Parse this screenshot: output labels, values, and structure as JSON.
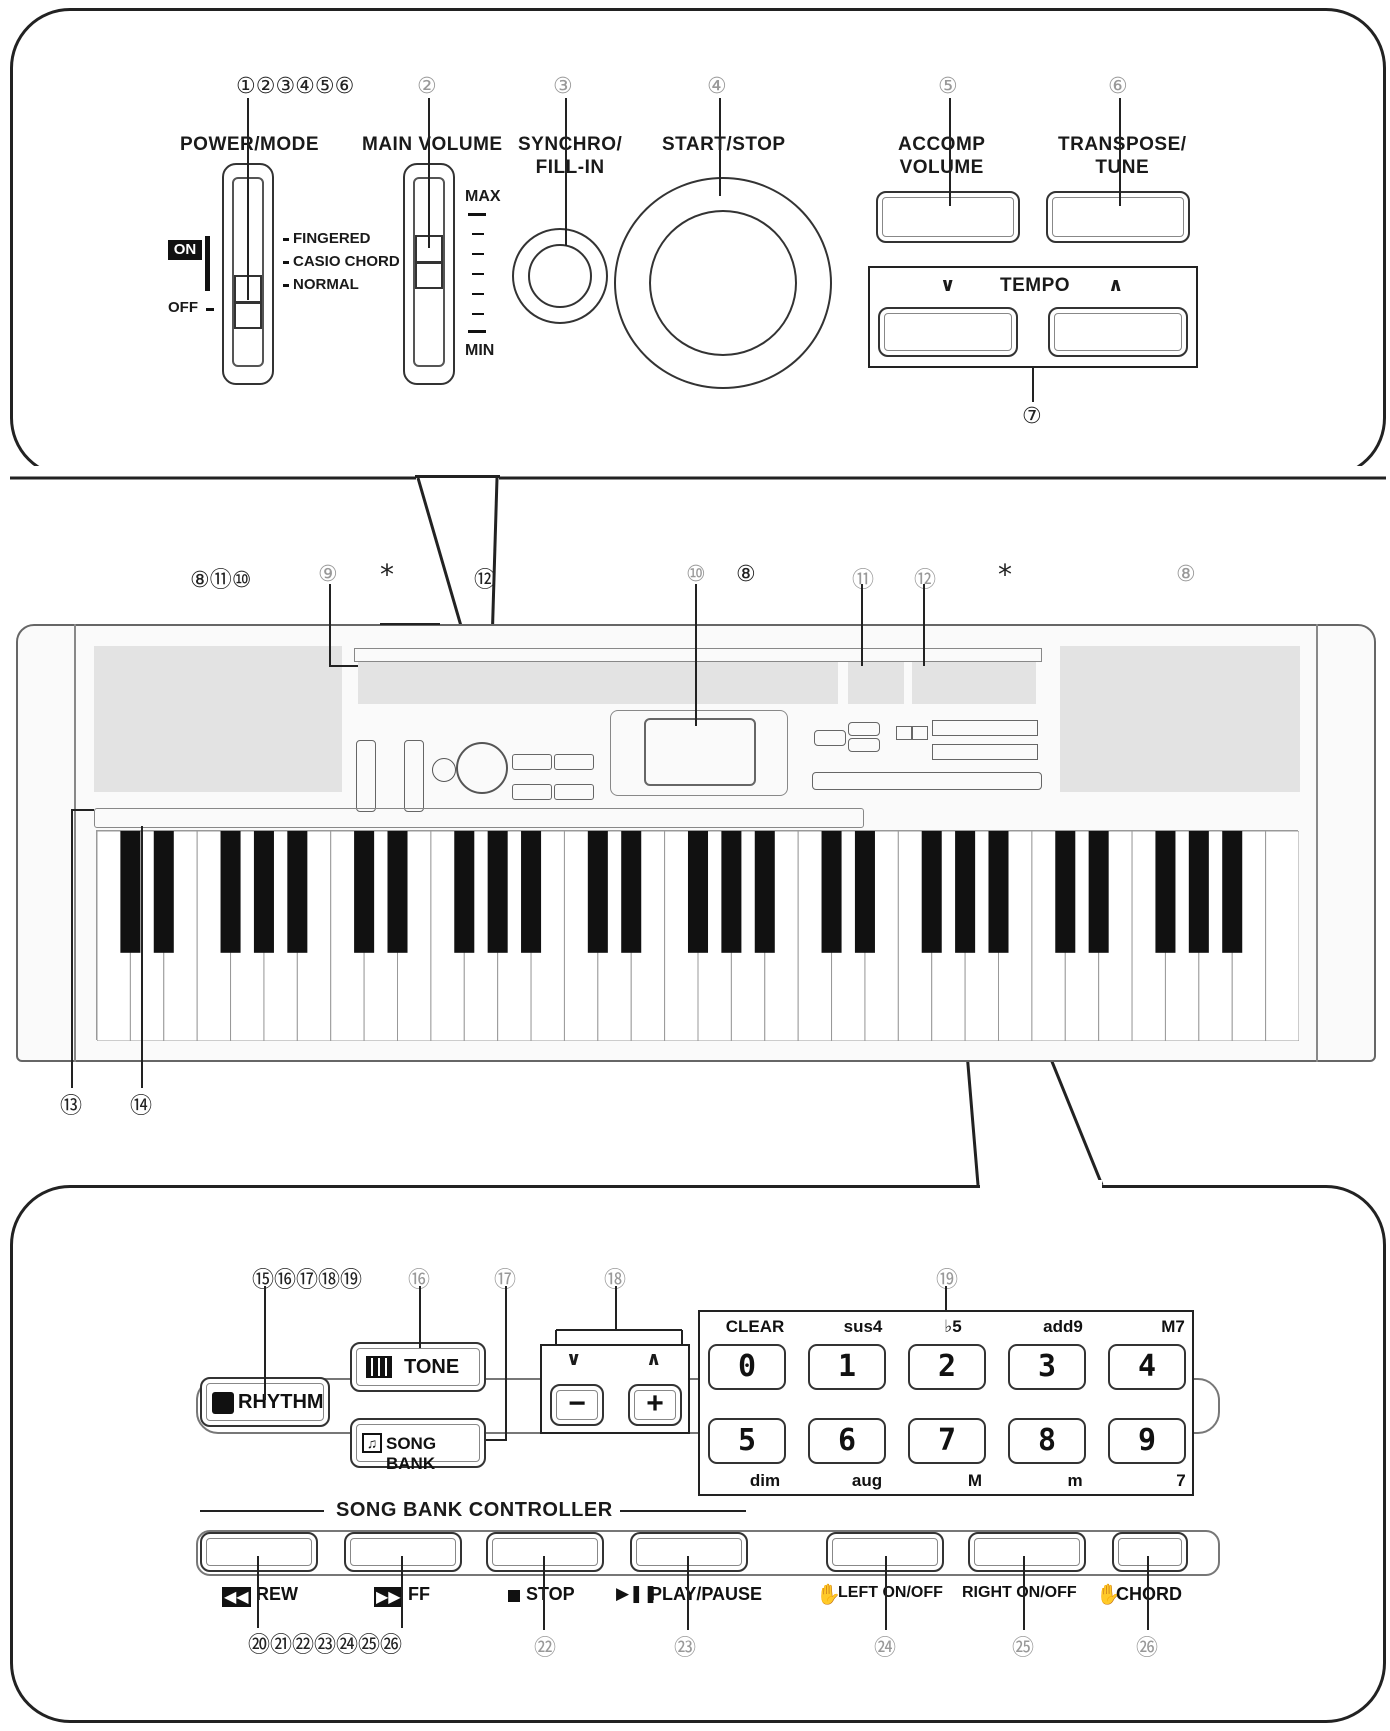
{
  "top_panel": {
    "power_mode": {
      "label": "POWER/MODE",
      "on": "ON",
      "off": "OFF",
      "modes": [
        "FINGERED",
        "CASIO CHORD",
        "NORMAL"
      ]
    },
    "main_volume": {
      "label": "MAIN VOLUME",
      "max": "MAX",
      "min": "MIN"
    },
    "synchro": {
      "label": "SYNCHRO/\nFILL-IN"
    },
    "start_stop": {
      "label": "START/STOP"
    },
    "accomp_volume": {
      "label": "ACCOMP\nVOLUME"
    },
    "transpose_tune": {
      "label": "TRANSPOSE/\nTUNE"
    },
    "tempo": {
      "label": "TEMPO",
      "down": "∨",
      "up": "∧"
    },
    "callouts": {
      "top_row": "①②③④⑤⑥",
      "c2": "②",
      "c3": "③",
      "c4": "④",
      "c5": "⑤",
      "c6": "⑥",
      "c7": "⑦"
    }
  },
  "keyboard": {
    "callouts": {
      "a": "⑧⑪⑩",
      "b": "⑨",
      "star": "*",
      "c": "⑫",
      "d": "⑩",
      "e": "⑧",
      "f": "⑪",
      "g": "⑫",
      "h": "⑧",
      "i": "⑬",
      "j": "⑭"
    },
    "white_key_count": 36
  },
  "bottom_panel": {
    "callouts": {
      "top_row": "⑮⑯⑰⑱⑲",
      "c16": "⑯",
      "c17": "⑰",
      "c18": "⑱",
      "c19": "⑲",
      "bottom_row": "⑳㉑㉒㉓㉔㉕㉖",
      "c22": "㉒",
      "c23": "㉓",
      "c24": "㉔",
      "c25": "㉕",
      "c26": "㉖"
    },
    "rhythm": "RHYTHM",
    "tone": "TONE",
    "song_bank": "SONG BANK",
    "minus": "−",
    "plus": "+",
    "down": "∨",
    "up": "∧",
    "chord_top": [
      "CLEAR",
      "sus4",
      "♭5",
      "add9",
      "M7"
    ],
    "numbers_top": [
      "0",
      "1",
      "2",
      "3",
      "4"
    ],
    "numbers_bottom": [
      "5",
      "6",
      "7",
      "8",
      "9"
    ],
    "chord_bottom": [
      "dim",
      "aug",
      "M",
      "m",
      "7"
    ],
    "controller_title": "SONG BANK CONTROLLER",
    "controller_buttons": [
      "REW",
      "FF",
      "STOP",
      "PLAY/PAUSE",
      "LEFT ON/OFF",
      "RIGHT ON/OFF",
      "CHORD"
    ]
  }
}
